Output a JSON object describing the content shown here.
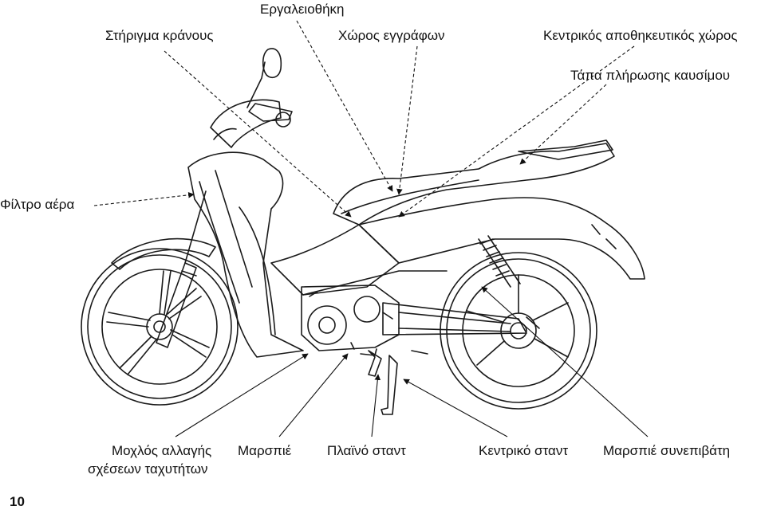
{
  "labels": {
    "toolbox": "Εργαλειοθήκη",
    "helmet_holder": "Στήριγμα κράνους",
    "document_compartment": "Χώρος εγγράφων",
    "central_storage": "Κεντρικός αποθηκευτικός χώρος",
    "fuel_cap": "Τάπα πλήρωσης καυσίμου",
    "air_filter": "Φίλτρο αέρα",
    "gear_lever_line1": "Μοχλός αλλαγής",
    "gear_lever_line2": "σχέσεων ταχυτήτων",
    "footrest": "Μαρσπιέ",
    "side_stand": "Πλαϊνό σταντ",
    "main_stand": "Κεντρικό σταντ",
    "passenger_footrest": "Μαρσπιέ συνεπιβάτη"
  },
  "page_number": "10"
}
